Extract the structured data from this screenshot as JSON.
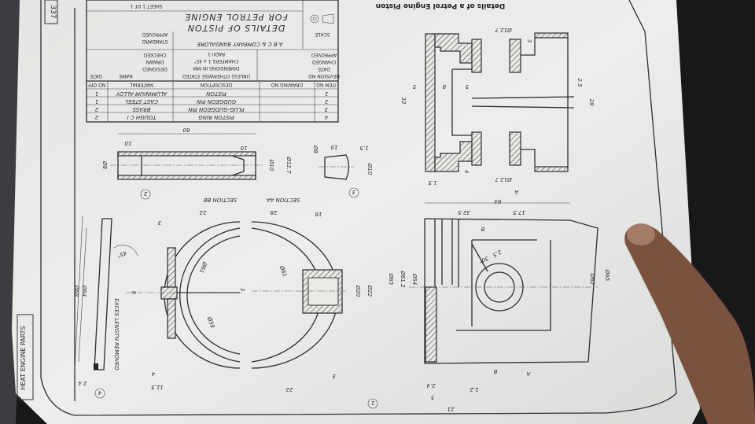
{
  "page": {
    "number": "337",
    "running_header": "Details of a Petrol Engine Piston",
    "section_tab": "HEAT ENGINE PARTS"
  },
  "title_block": {
    "sheet": "SHEET 1 OF 1",
    "title_line1": "DETAILS OF PISTON",
    "title_line2": "FOR PETROL ENGINE",
    "scale_label": "SCALE",
    "company": "A B C & COMPANY BANGALORE",
    "roles": [
      "APPROVED",
      "STANDARD",
      "CHECKED",
      "DRAWN",
      "DESIGNED"
    ],
    "name_label": "NAME",
    "date_label": "DATE",
    "notes": [
      "RADII 1",
      "CHAMFERS 1 x 45°",
      "DIMENSIONS IN MM",
      "UNLESS OTHERWISE STATED"
    ],
    "revision": [
      "APPROVED",
      "CHANGED",
      "DATE",
      "REVISION NO"
    ],
    "headers": {
      "item_no": "ITEM NO",
      "drawing_no": "DRAWING NO",
      "description": "DESCRIPTION",
      "material": "MATERIAL",
      "no_off": "NO OFF"
    }
  },
  "parts": [
    {
      "item": "1",
      "description": "PISTON",
      "material": "ALUMINIUM ALLOY",
      "qty": "1"
    },
    {
      "item": "2",
      "description": "GUDGEON PIN",
      "material": "CAST STEEL",
      "qty": "1"
    },
    {
      "item": "3",
      "description": "PLUG-GUDGEON PIN",
      "material": "BRASS",
      "qty": "2"
    },
    {
      "item": "4",
      "description": "PISTON RING",
      "material": "TOUGH C I",
      "qty": "2"
    }
  ],
  "part_labels": {
    "p1": "1",
    "p2": "2",
    "p3": "3",
    "p4": "4"
  },
  "sections": {
    "bb": "SECTION BB",
    "aa": "SECTION AA"
  },
  "notes": {
    "excess": "EXCES LENGTH REMOVED",
    "angle": "45°"
  },
  "dims": {
    "pin_len": "60",
    "pin_10a": "10",
    "pin_10b": "10",
    "pin_d8": "Ø8",
    "pin_d10": "Ø10",
    "pin_d127": "Ø12.7",
    "plug_10": "10",
    "plug_15": "1.5",
    "plug_d8": "Ø8",
    "plug_d10": "Ø10",
    "bb_22": "22",
    "bb_3": "3",
    "bb_d61": "Ø61",
    "bb_d59": "Ø59",
    "bb_6": "6",
    "bb_3b": "3",
    "bb_4": "4",
    "bb_115": "11.5",
    "aa_28": "28",
    "aa_16": "16",
    "aa_d61": "Ø61",
    "aa_d20": "Ø20",
    "aa_d22": "Ø22",
    "aa_3": "3",
    "aa_22": "22",
    "ring_d68": "Ø68",
    "ring_d64": "Ø64",
    "ring_24": "2.4",
    "top_d127a": "Ø12.7",
    "top_d127b": "Ø12.7",
    "top_3": "3",
    "top_25": "2.5",
    "top_28": "28",
    "top_32": "32",
    "top_5a": "5",
    "top_8": "8",
    "top_5b": "5",
    "top_15": "1.5",
    "top_4": "4",
    "top_A": "A",
    "el_64": "64",
    "el_325": "32.5",
    "el_175": "17.5",
    "el_B1": "B",
    "el_B2": "B",
    "el_30": "30°",
    "el_25": "2.5",
    "el_d65": "Ø65",
    "el_d612": "Ø61.2",
    "el_d54": "Ø54",
    "el_d62": "Ø62",
    "el_d65b": "Ø65",
    "el_24": "2.4",
    "el_12": "1.2",
    "el_5": "5",
    "el_21": "21",
    "el_A": "A"
  }
}
